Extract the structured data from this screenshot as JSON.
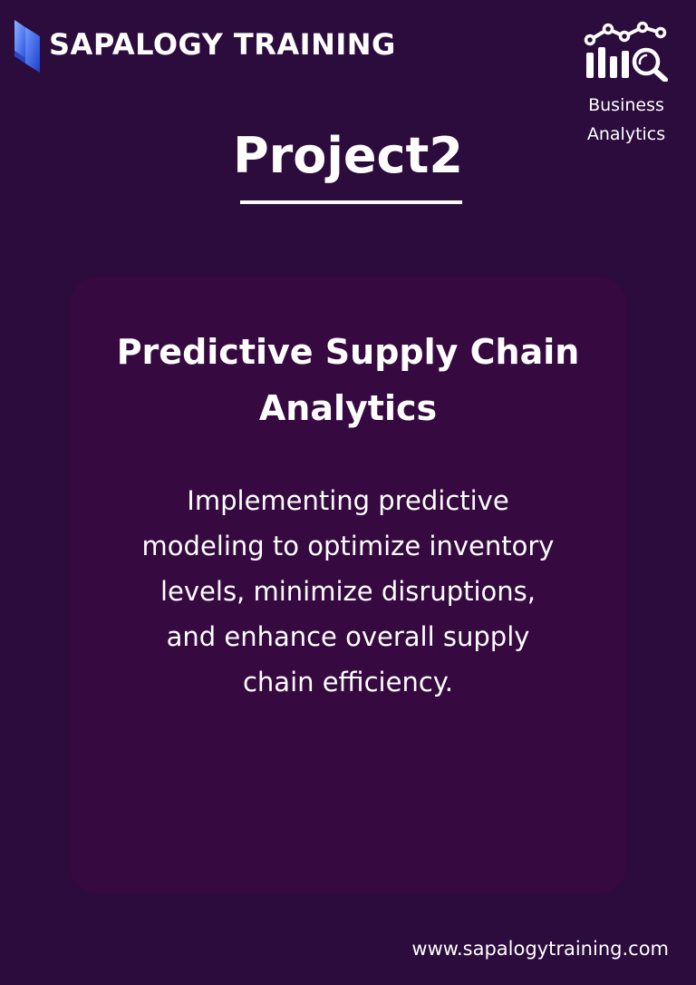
{
  "brand": {
    "name": "SAPALOGY TRAINING",
    "logo_icon": "sapalogy-logo-icon",
    "logo_color": "#3b6cf0"
  },
  "category": {
    "icon": "business-analytics-icon",
    "label_line1": "Business",
    "label_line2": "Analytics"
  },
  "project": {
    "title": "Project2"
  },
  "card": {
    "title_line1": "Predictive Supply Chain",
    "title_line2": "Analytics",
    "description_lines": [
      "Implementing predictive",
      "modeling to optimize inventory",
      "levels, minimize disruptions,",
      "and enhance overall supply",
      "chain efficiency."
    ]
  },
  "footer": {
    "website": "www.sapalogytraining.com"
  },
  "colors": {
    "background": "#2c0b3d",
    "card": "#360941",
    "text": "#ffffff",
    "accent": "#3b6cf0"
  }
}
